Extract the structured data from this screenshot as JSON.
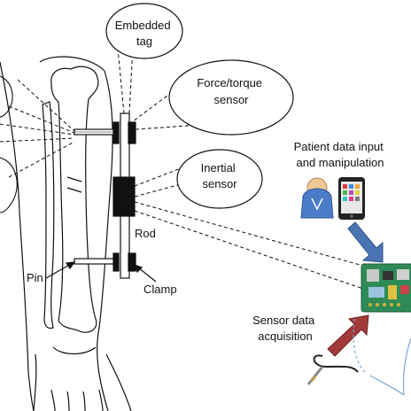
{
  "labels": {
    "embedded_tag": [
      "Embedded",
      "tag"
    ],
    "force_torque_sensor": [
      "Force/torque",
      "sensor"
    ],
    "inertial_sensor": [
      "Inertial",
      "sensor"
    ],
    "rod": "Rod",
    "pin": "Pin",
    "clamp": "Clamp",
    "patient_data": [
      "Patient data input",
      "and manipulation"
    ],
    "sensor_data": [
      "Sensor data",
      "acquisition"
    ]
  },
  "icons": [
    "person-icon",
    "smartphone-icon",
    "circuit-board-icon",
    "sensor-probe-icon"
  ],
  "colors": {
    "line": "#111111",
    "blue_arrow": "#4a74b4",
    "red_arrow": "#a33a3a",
    "person_head": "#f0c896",
    "person_body": "#4a7cc7",
    "phone_body": "#222222",
    "board_green": "#2e8b57",
    "curve_blue": "#7aa6d6"
  }
}
